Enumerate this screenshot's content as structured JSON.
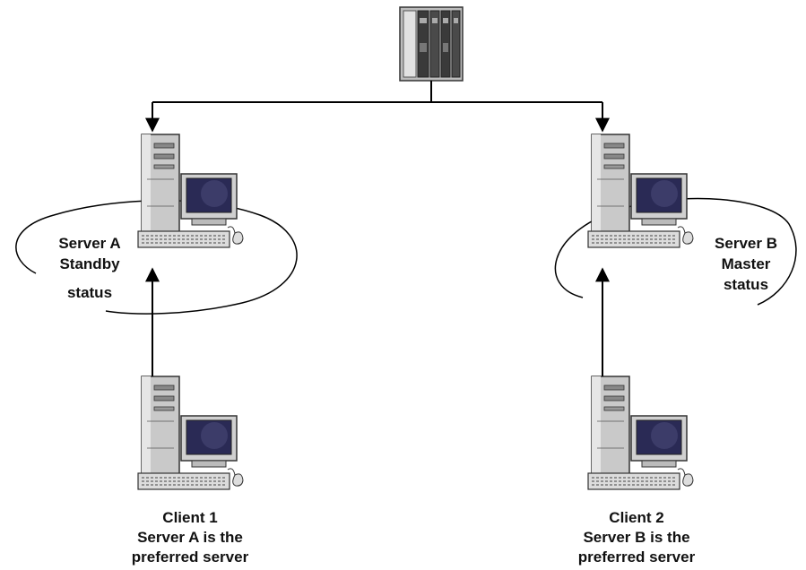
{
  "server_a": {
    "line1": "Server A",
    "line2": "Standby",
    "line3": "status"
  },
  "server_b": {
    "line1": "Server B",
    "line2": "Master",
    "line3": "status"
  },
  "client_1": {
    "line1": "Client 1",
    "line2": "Server A is the",
    "line3": "preferred server"
  },
  "client_2": {
    "line1": "Client 2",
    "line2": "Server B is the",
    "line3": "preferred server"
  },
  "colors": {
    "line": "#000000",
    "tower": "#c8c8c8",
    "screen": "#2a2a55",
    "monitor_body": "#d0d0d0"
  },
  "icons": {
    "plc": "plc-rack-icon",
    "server": "computer-workstation-icon",
    "client": "computer-workstation-icon"
  }
}
